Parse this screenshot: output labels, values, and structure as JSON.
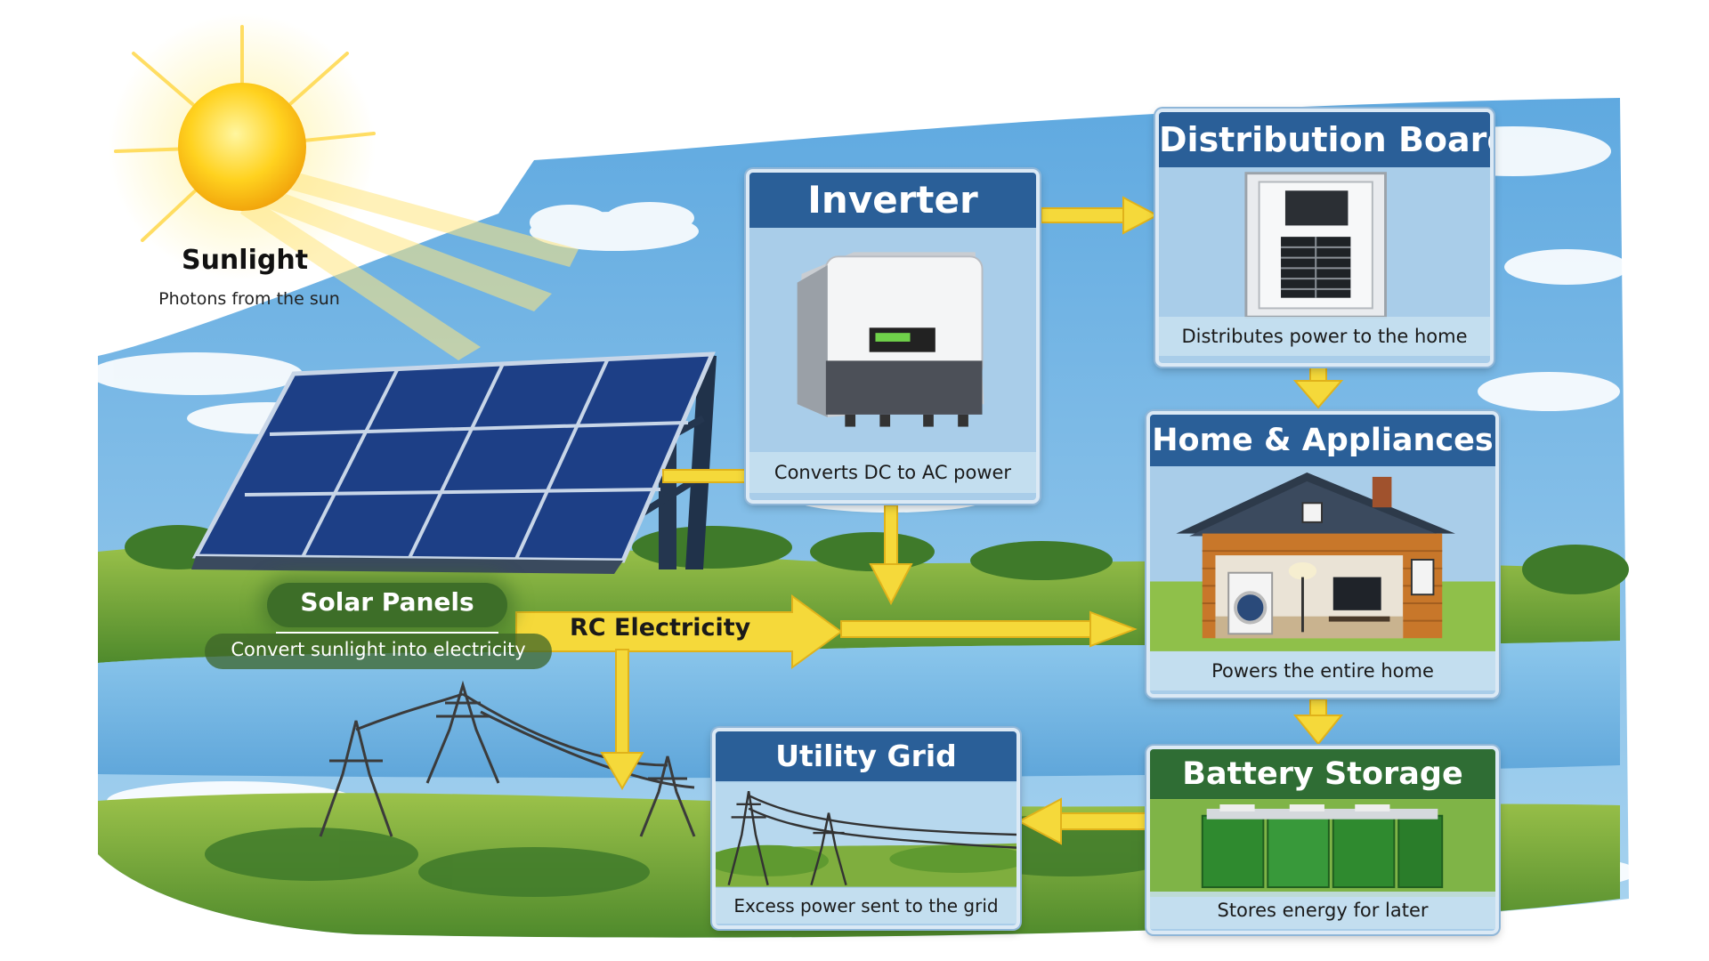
{
  "sunlight": {
    "title": "Sunlight",
    "subtitle": "Photons from the sun"
  },
  "solar_panels": {
    "title": "Solar Panels",
    "subtitle": "Convert sunlight into electricity"
  },
  "rc_electricity": {
    "label": "RC Electricity"
  },
  "inverter": {
    "title": "Inverter",
    "caption": "Converts DC to AC power"
  },
  "distribution_board": {
    "title": "Distribution Board",
    "caption": "Distributes power to the home"
  },
  "home": {
    "title": "Home & Appliances",
    "caption": "Powers the entire home"
  },
  "battery": {
    "title": "Battery Storage",
    "caption": "Stores energy for later"
  },
  "utility_grid": {
    "title": "Utility Grid",
    "caption": "Excess power sent to the grid"
  },
  "colors": {
    "header_blue": "#2a5f98",
    "header_green": "#2f6d34",
    "arrow_yellow": "#f5d93a",
    "sky_blue": "#8cc3ea",
    "grass_green": "#6fa13a"
  },
  "icons": [
    "sun-icon",
    "solar-panel-icon",
    "inverter-icon",
    "breaker-panel-icon",
    "house-icon",
    "battery-icon",
    "power-tower-icon"
  ]
}
